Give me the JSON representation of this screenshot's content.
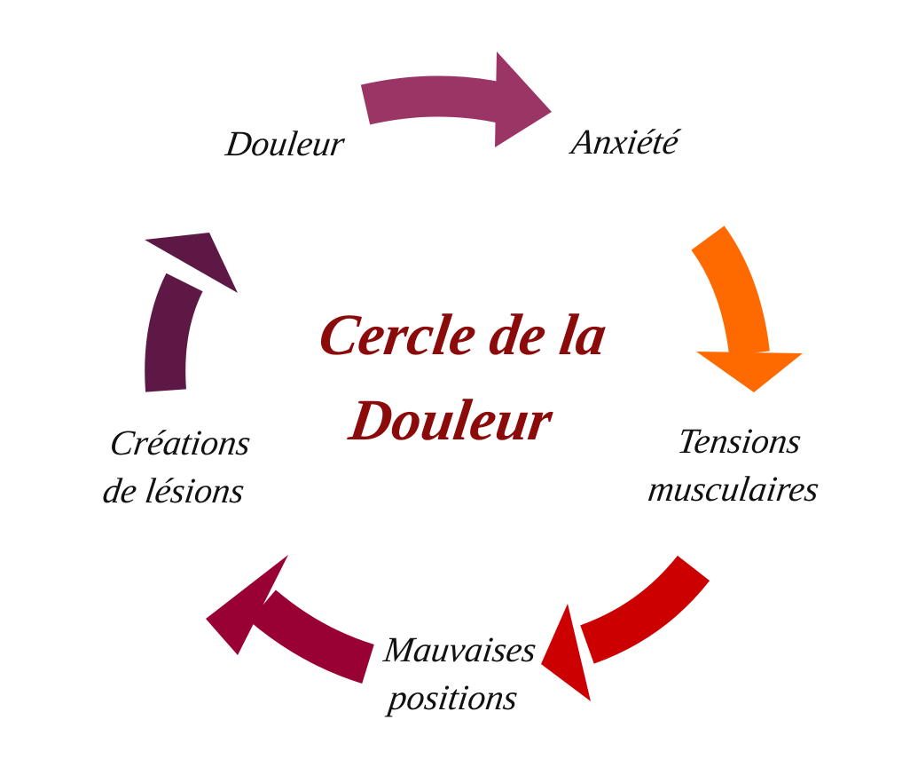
{
  "title": "Cercle de la Douleur",
  "title_lines": [
    "Cercle de la",
    "Douleur"
  ],
  "nodes": [
    {
      "label_lines": [
        "Douleur"
      ]
    },
    {
      "label_lines": [
        "Anxiété"
      ]
    },
    {
      "label_lines": [
        "Tensions",
        "musculaires"
      ]
    },
    {
      "label_lines": [
        "Mauvaises",
        "positions"
      ]
    },
    {
      "label_lines": [
        "Créations",
        "de lésions"
      ]
    }
  ],
  "colors": {
    "arrow_douleur_anxiete": "#9B3565",
    "arrow_anxiete_tensions": "#FF6A00",
    "arrow_tensions_positions": "#CC0000",
    "arrow_positions_lesions": "#990033",
    "arrow_lesions_douleur": "#5E1845",
    "title": "#8B0A0A"
  }
}
